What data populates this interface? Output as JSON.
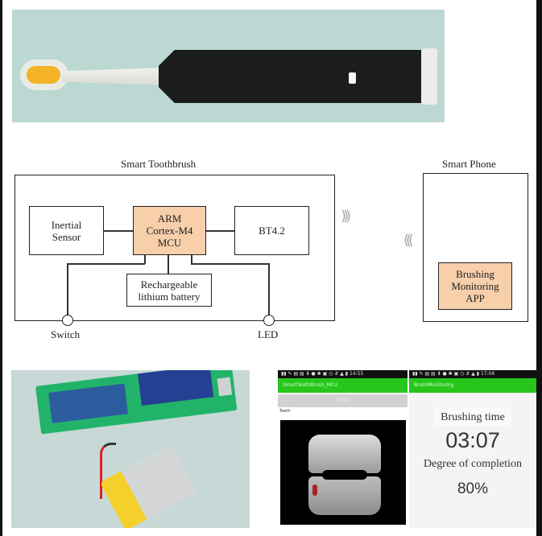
{
  "photos": {
    "toothbrush": "smart-toothbrush-photo",
    "pcb": "pcb-with-lithium-battery-photo"
  },
  "diagram": {
    "toothbrush": {
      "title": "Smart Toothbrush",
      "blocks": {
        "sensor": [
          "Inertial",
          "Sensor"
        ],
        "mcu": [
          "ARM",
          "Cortex-M4",
          "MCU"
        ],
        "bt": [
          "BT4.2"
        ],
        "battery": [
          "Rechargeable",
          "lithium battery"
        ]
      },
      "ports": {
        "switch": "Switch",
        "led": "LED"
      }
    },
    "signal_out": ")))",
    "signal_in": "(((",
    "phone": {
      "title": "Smart Phone",
      "app": [
        "Brushing",
        "Monitoring",
        "APP"
      ]
    },
    "colors": {
      "highlight_block": "#f7cfab",
      "line": "#222222"
    }
  },
  "screens": {
    "left": {
      "status": "▮▮ ✎ ▤ ▤ ⬇ ● ✱ ▣ ◷ ⇵ ▲ ▮ 14:55",
      "appbar_title": "SmartToothBrush_MCU",
      "button": "Start",
      "label": "Teeth",
      "appbar_color": "#28c51c"
    },
    "right": {
      "status": "▮▮ ✎ ▤ ▤ ⬇ ● ✱ ▣ ◷ ⇵ ▲ ▮ 17:06",
      "appbar_title": "BrushMonitoring",
      "brushing_time_label": "Brushing time",
      "brushing_time_value": "03:07",
      "completion_label": "Degree of completion",
      "completion_value": "80%"
    }
  }
}
